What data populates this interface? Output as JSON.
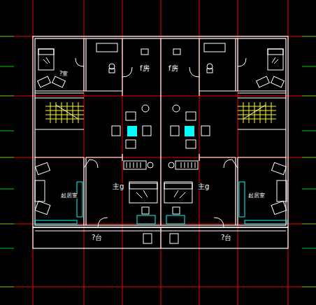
{
  "diagram": {
    "labels": [
      "?室",
      "f房",
      "f房",
      "主g",
      "主g",
      "起居室",
      "起居室",
      "?台",
      "?台"
    ]
  }
}
